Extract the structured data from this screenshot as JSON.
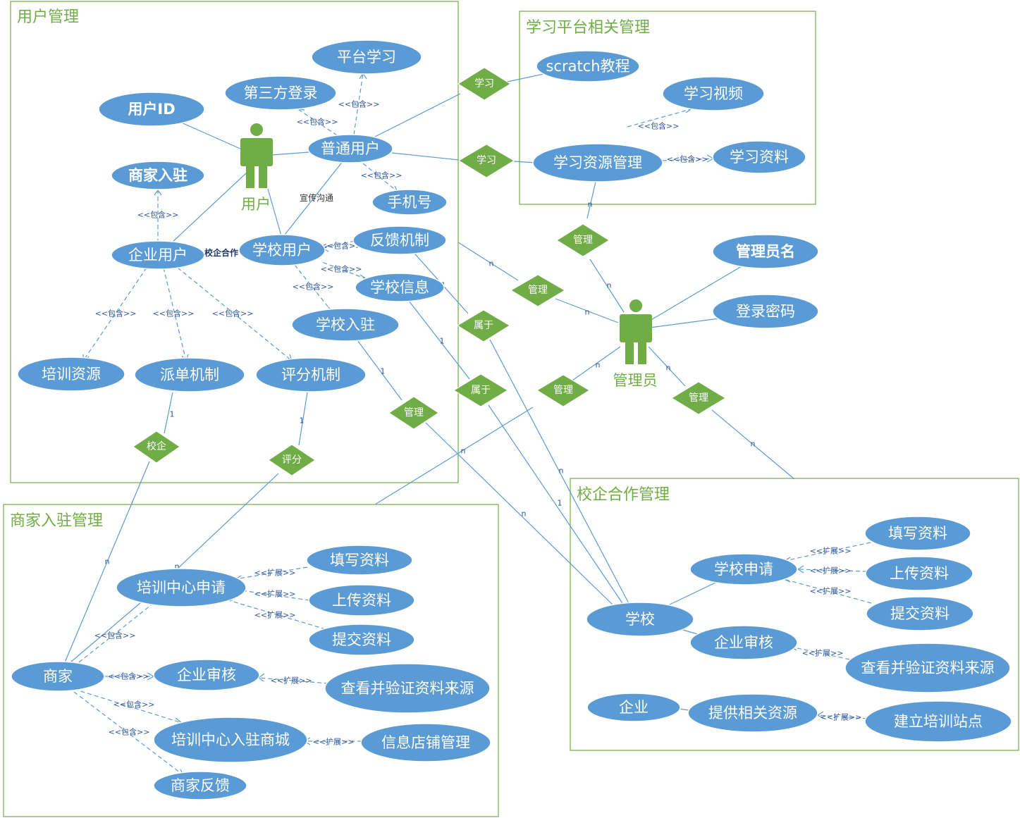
{
  "frames": {
    "user_mgmt": "用户管理",
    "learning_mgmt": "学习平台相关管理",
    "merchant_mgmt": "商家入驻管理",
    "school_mgmt": "校企合作管理"
  },
  "actors": {
    "user": "用户",
    "admin": "管理员"
  },
  "use_cases": {
    "platform_learning": "平台学习",
    "third_party_login": "第三方登录",
    "user_id": "用户ID",
    "normal_user": "普通用户",
    "merchant_join": "商家入驻",
    "phone": "手机号",
    "enterprise_user": "企业用户",
    "school_user": "学校用户",
    "feedback": "反馈机制",
    "school_info": "学校信息",
    "school_join": "学校入驻",
    "training_resource": "培训资源",
    "dispatch": "派单机制",
    "rating": "评分机制",
    "scratch": "scratch教程",
    "study_video": "学习视频",
    "resource_mgmt": "学习资源管理",
    "study_material": "学习资料",
    "admin_name": "管理员名",
    "login_password": "登录密码",
    "center_apply": "培训中心申请",
    "fill_in_1": "填写资料",
    "upload_1": "上传资料",
    "submit_1": "提交资料",
    "merchant": "商家",
    "ent_review_1": "企业审核",
    "verify_1": "查看并验证资料来源",
    "center_join_mall": "培训中心入驻商城",
    "shop_mgmt": "信息店铺管理",
    "merchant_feedback": "商家反馈",
    "school_apply": "学校申请",
    "fill_in_2": "填写资料",
    "upload_2": "上传资料",
    "submit_2": "提交资料",
    "school": "学校",
    "ent_review_2": "企业审核",
    "verify_2": "查看并验证资料来源",
    "enterprise": "企业",
    "provide_resource": "提供相关资源",
    "build_station": "建立培训站点"
  },
  "relations": {
    "study_1": "学习",
    "study_2": "学习",
    "manage_1": "管理",
    "manage_2": "管理",
    "manage_3": "管理",
    "manage_4": "管理",
    "manage_5": "管理",
    "belong_1": "属于",
    "belong_2": "属于",
    "school_ent": "校企",
    "score": "评分"
  },
  "labels": {
    "include": "<<包含>>",
    "extend": "<<扩展>>",
    "promote": "宣传沟通",
    "cooperation": "校企合作",
    "one": "1",
    "many": "n"
  }
}
